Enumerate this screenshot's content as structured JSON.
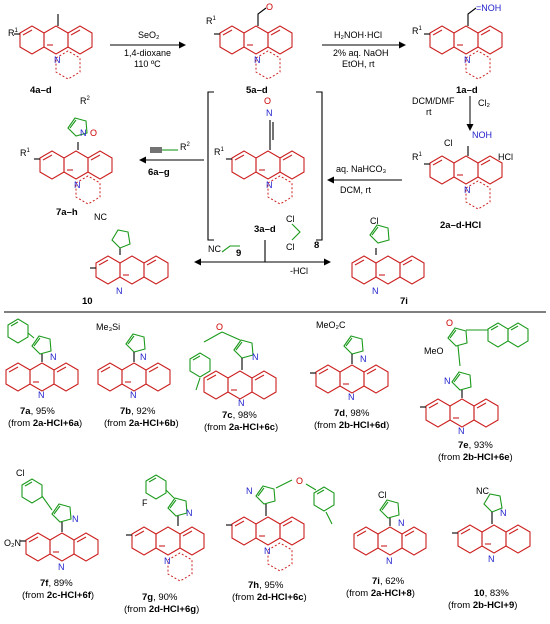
{
  "scheme": {
    "compounds": {
      "c4": "4a–d",
      "c5": "5a–d",
      "c1": "1a–d",
      "c2": "2a–d-HCl",
      "c3": "3a–d",
      "c7": "7a–h",
      "c6": "6a–g",
      "c10": "10",
      "c7i": "7i",
      "c8": "8",
      "c9": "9"
    },
    "atoms": {
      "r1": "R",
      "r1sup": "1",
      "r2": "R",
      "r2sup": "2",
      "n": "N",
      "o": "O",
      "cl": "Cl",
      "noh": "NOH",
      "oh_eq": "=NOH",
      "hcl": "HCl",
      "nc": "NC",
      "meo": "MeO",
      "me3si": "Me₃Si",
      "meo2c": "MeO₂C",
      "o2n": "O₂N",
      "f": "F",
      "nplus": "N",
      "ominus": "O"
    },
    "conditions": {
      "step1_a": "SeO₂",
      "step1_b": "1,4-dioxane",
      "step1_c": "110 ºC",
      "step2_a": "H₂NOH·HCl",
      "step2_b": "2% aq. NaOH",
      "step2_c": "EtOH, rt",
      "step3_a": "DCM/DMF",
      "step3_b": "rt",
      "step3_c": "Cl₂",
      "step4_a": "aq. NaHCO₃",
      "step4_b": "DCM, rt",
      "step5": "-HCl"
    }
  },
  "products": [
    {
      "id": "7a",
      "yield": ", 95%",
      "from": "2a-HCl+6a"
    },
    {
      "id": "7b",
      "yield": ", 92%",
      "from": "2a-HCl+6b"
    },
    {
      "id": "7c",
      "yield": ", 98%",
      "from": "2a-HCl+6c"
    },
    {
      "id": "7d",
      "yield": ", 98%",
      "from": "2b-HCl+6d"
    },
    {
      "id": "7e",
      "yield": ", 93%",
      "from": "2b-HCl+6e"
    },
    {
      "id": "7f",
      "yield": ", 89%",
      "from": "2c-HCl+6f"
    },
    {
      "id": "7g",
      "yield": ", 90%",
      "from": "2d-HCl+6g"
    },
    {
      "id": "7h",
      "yield": ", 95%",
      "from": "2d-HCl+6c"
    },
    {
      "id": "7i",
      "yield": ", 62%",
      "from": "2a-HCl+8"
    },
    {
      "id": "10",
      "yield": ", 83%",
      "from": "2b-HCl+9"
    }
  ],
  "text": {
    "from_prefix": "(from ",
    "from_suffix": ")"
  },
  "colors": {
    "acridine": "#cc2020",
    "isoxazole": "#1c9a1c",
    "heteroatom": "#2222cc"
  }
}
